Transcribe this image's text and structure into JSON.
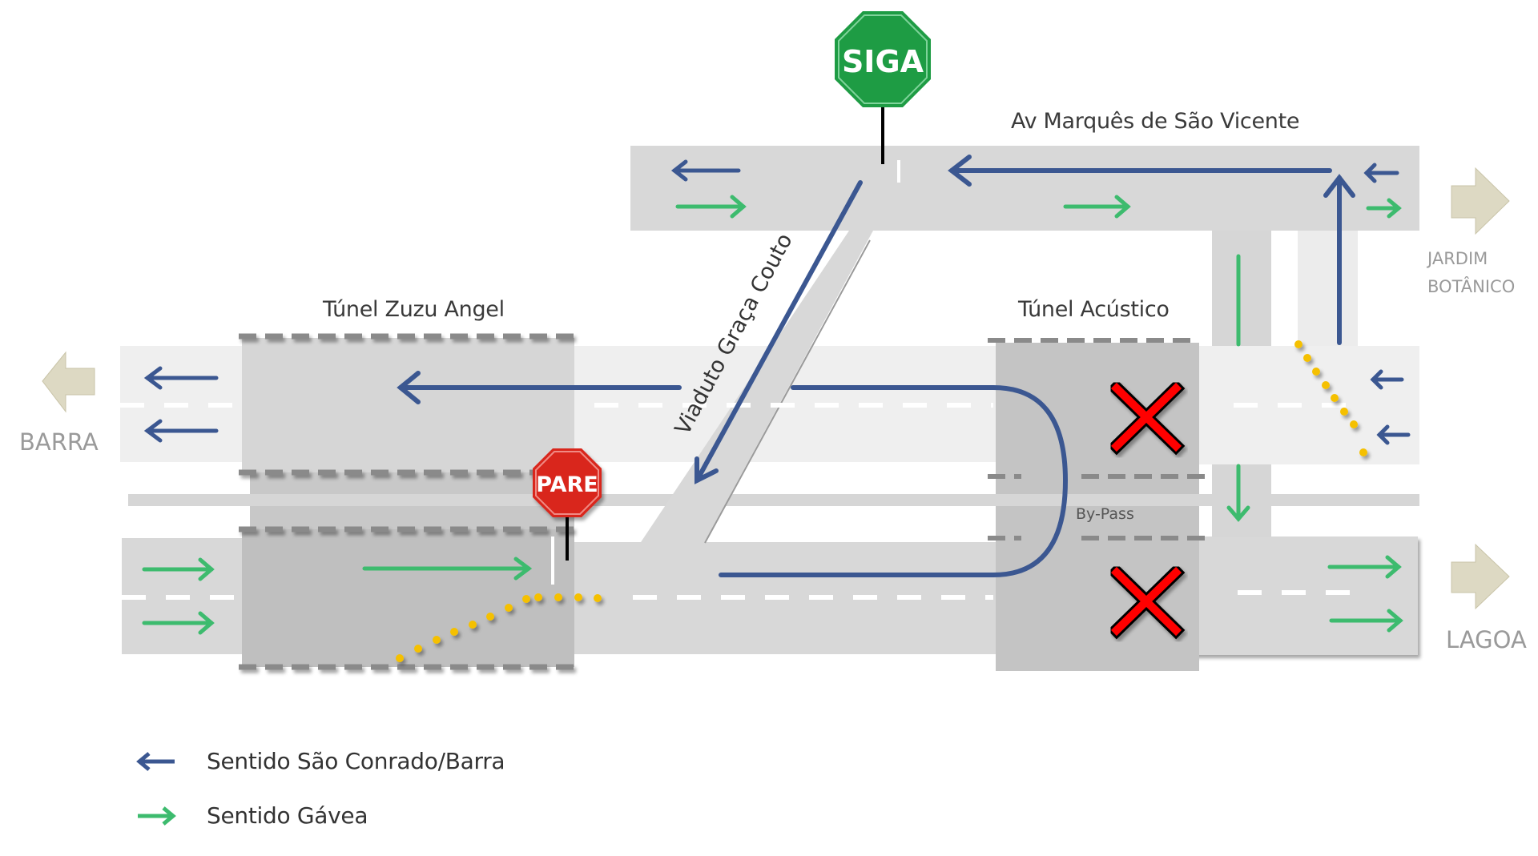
{
  "labels": {
    "top_road": "Av Marquês de São Vicente",
    "tunnel_left": "Túnel Zuzu Angel",
    "tunnel_right": "Túnel Acústico",
    "viaduct": "Viaduto Graça Couto",
    "bypass": "By-Pass"
  },
  "destinations": {
    "barra": "BARRA",
    "lagoa": "LAGOA",
    "jardim_line1": "JARDIM",
    "jardim_line2": "BOTÂNICO"
  },
  "signs": {
    "go": "SIGA",
    "stop": "PARE"
  },
  "legend": [
    {
      "label": "Sentido São Conrado/Barra",
      "color": "#3b5791",
      "direction": "left"
    },
    {
      "label": "Sentido Gávea",
      "color": "#3dbb6e",
      "direction": "right"
    }
  ],
  "colors": {
    "road": "#d8d8d8",
    "road_light": "#efefef",
    "tunnel": "#c4c4c4",
    "blue_arrow": "#3b5791",
    "green_arrow": "#3dbb6e",
    "go_sign": "#1e9c44",
    "stop_sign": "#d9261c",
    "closed_x": "#ff0000",
    "cone_dots": "#f5c000",
    "dest_arrow": "#ddd9c3"
  }
}
